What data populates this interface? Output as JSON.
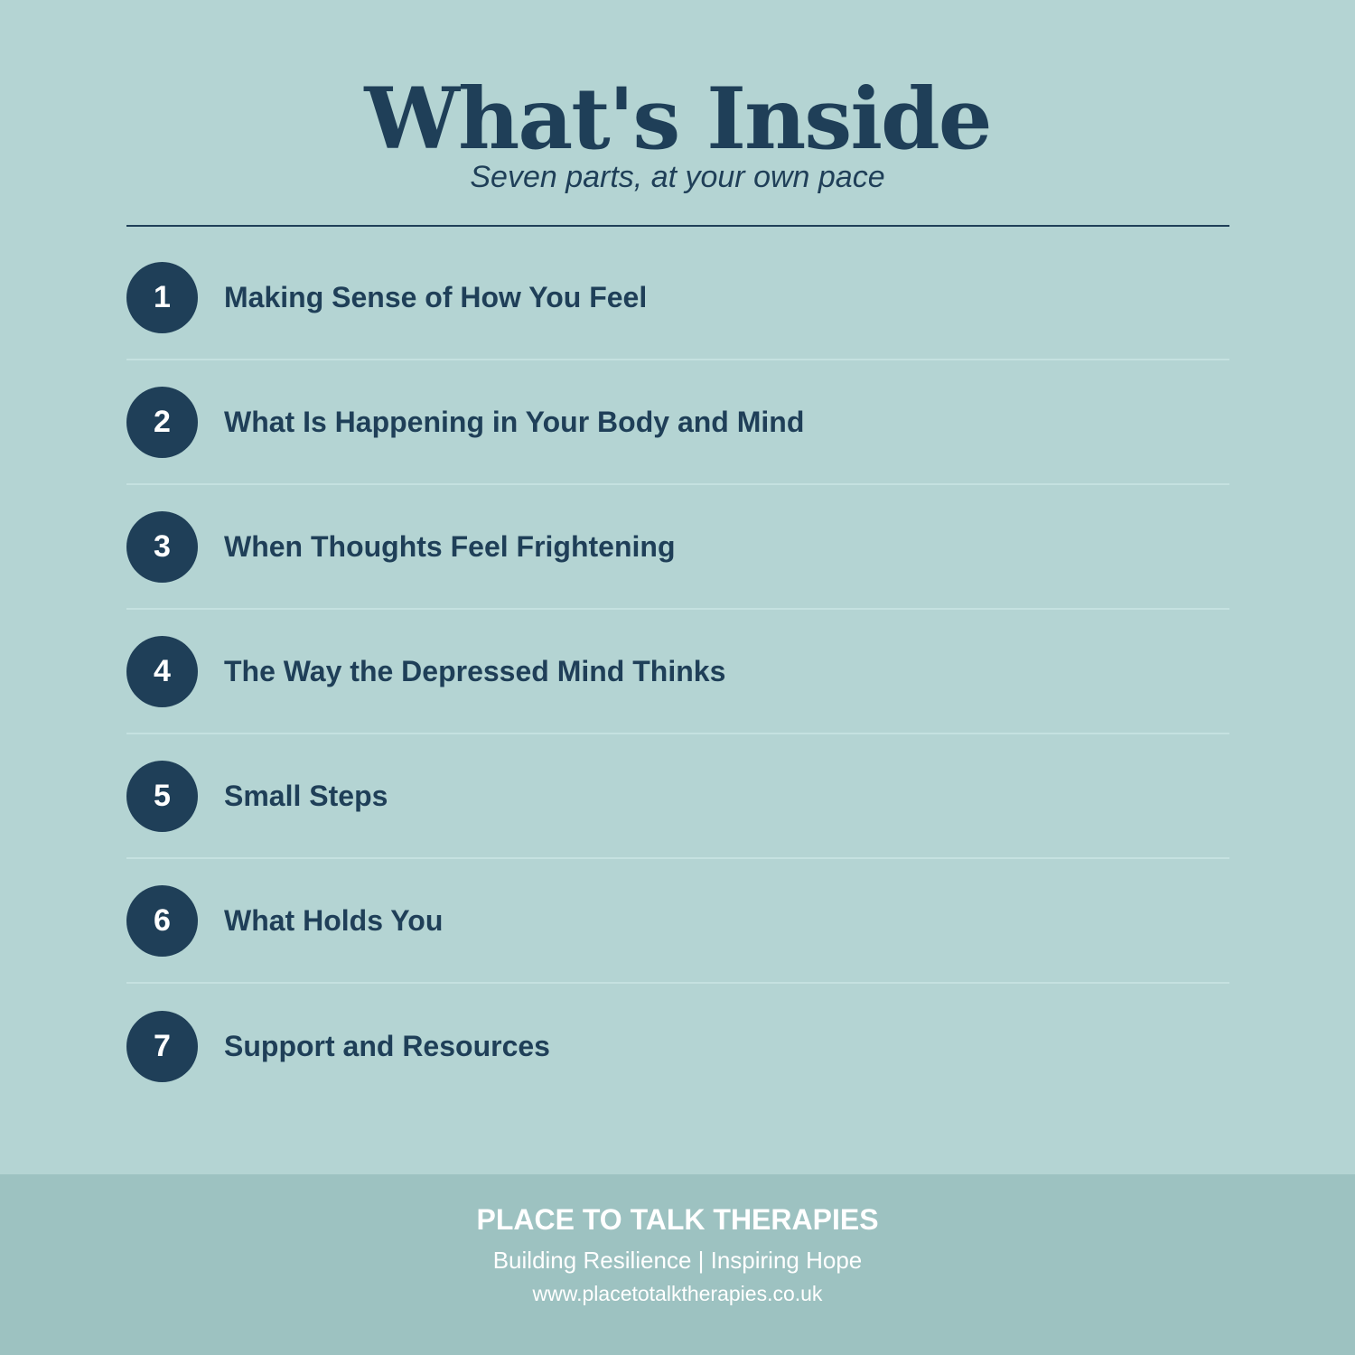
{
  "header": {
    "title": "What's Inside",
    "subtitle": "Seven parts, at your own pace"
  },
  "parts": [
    {
      "number": "1",
      "label": "Making Sense of How You Feel"
    },
    {
      "number": "2",
      "label": "What Is Happening in Your Body and Mind"
    },
    {
      "number": "3",
      "label": "When Thoughts Feel Frightening"
    },
    {
      "number": "4",
      "label": "The Way the Depressed Mind Thinks"
    },
    {
      "number": "5",
      "label": "Small Steps"
    },
    {
      "number": "6",
      "label": "What Holds You"
    },
    {
      "number": "7",
      "label": "Support and Resources"
    }
  ],
  "footer": {
    "org_name": "PLACE TO TALK THERAPIES",
    "tagline": "Building Resilience | Inspiring Hope",
    "url": "www.placetotalktherapies.co.uk"
  },
  "colors": {
    "background": "#b4d4d3",
    "primary": "#1f3f58",
    "footer_background": "#9dc2c1"
  }
}
